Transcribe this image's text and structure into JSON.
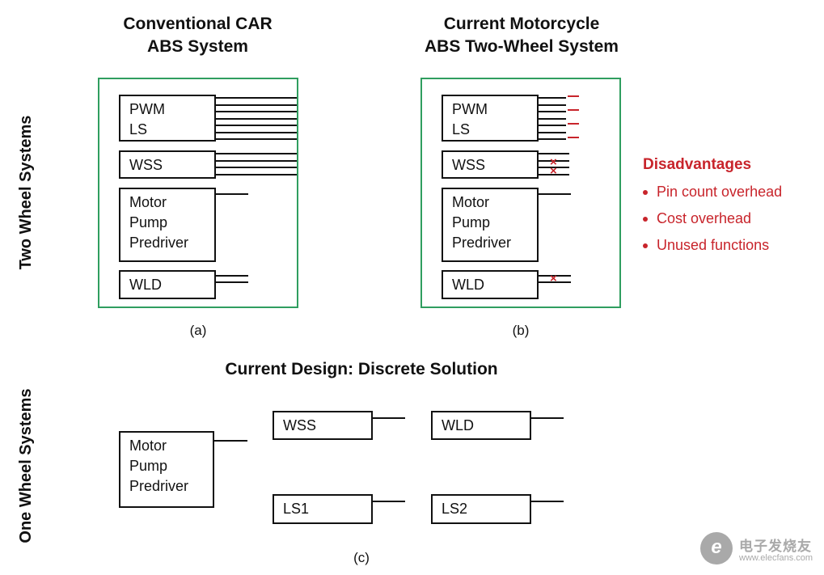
{
  "colors": {
    "green_border": "#2f9e5f",
    "accent_red": "#c8242b",
    "ink": "#111111",
    "watermark_gray": "#a9a9a9"
  },
  "side_labels": {
    "two_wheel": "Two Wheel Systems",
    "one_wheel": "One Wheel Systems"
  },
  "panel_a": {
    "title_line1": "Conventional CAR",
    "title_line2": "ABS System",
    "caption": "(a)",
    "blocks": [
      {
        "lines": [
          "PWM",
          "LS"
        ],
        "pins": 7
      },
      {
        "lines": [
          "WSS"
        ],
        "pins": 4
      },
      {
        "lines": [
          "Motor",
          "Pump",
          "Predriver"
        ],
        "pins": 1
      },
      {
        "lines": [
          "WLD"
        ],
        "pins": 2
      }
    ]
  },
  "panel_b": {
    "title_line1": "Current Motorcycle",
    "title_line2": "ABS Two-Wheel System",
    "caption": "(b)",
    "pwm_unused_marks": 4,
    "blocks": [
      {
        "lines": [
          "PWM",
          "LS"
        ],
        "pins": 7
      },
      {
        "lines": [
          "WSS"
        ],
        "pins": 4
      },
      {
        "lines": [
          "Motor",
          "Pump",
          "Predriver"
        ],
        "pins": 1
      },
      {
        "lines": [
          "WLD"
        ],
        "pins": 2
      }
    ]
  },
  "disadvantages": {
    "title": "Disadvantages",
    "items": [
      "Pin count overhead",
      "Cost overhead",
      "Unused functions"
    ]
  },
  "panel_c": {
    "title": "Current Design: Discrete Solution",
    "caption": "(c)",
    "blocks": [
      {
        "lines": [
          "Motor",
          "Pump",
          "Predriver"
        ],
        "pins": 1
      },
      {
        "lines": [
          "WSS"
        ],
        "pins": 1
      },
      {
        "lines": [
          "WLD"
        ],
        "pins": 1
      },
      {
        "lines": [
          "LS1"
        ],
        "pins": 1
      },
      {
        "lines": [
          "LS2"
        ],
        "pins": 1
      }
    ]
  },
  "markers": {
    "cross": "×"
  },
  "watermark": {
    "brand": "电子发烧友",
    "site": "www.elecfans.com"
  }
}
